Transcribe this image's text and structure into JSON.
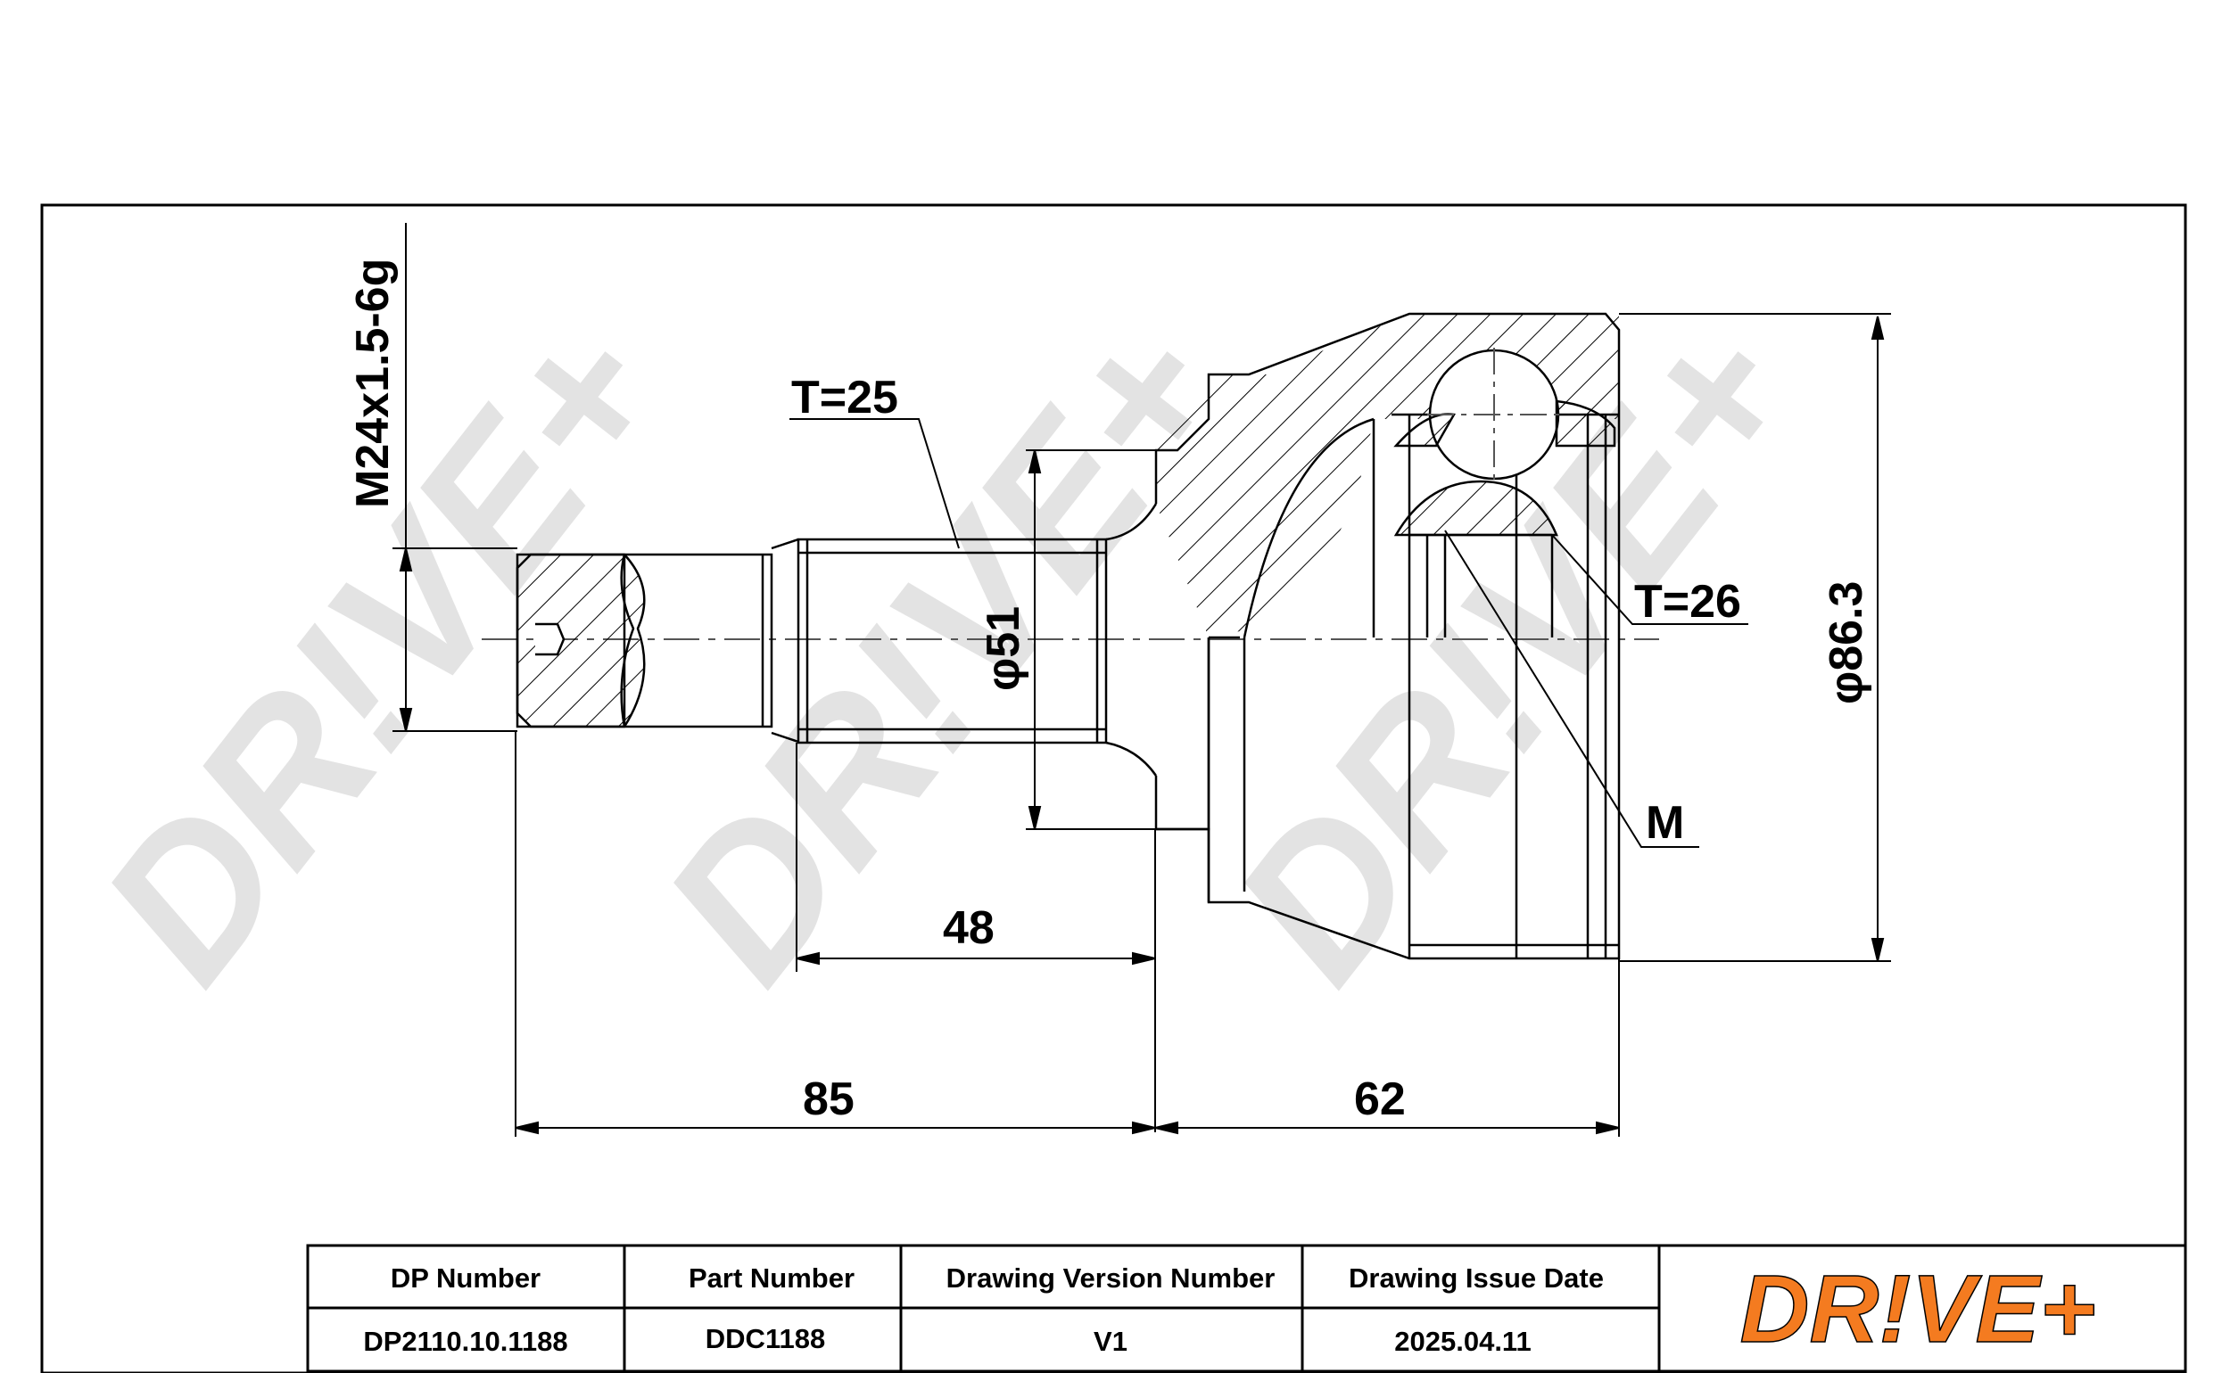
{
  "dimensions": {
    "thread": "M24x1.5-6g",
    "teeth_outer": "T=25",
    "teeth_inner": "T=26",
    "shaft_seal_diameter": "φ51",
    "outer_diameter": "φ86.3",
    "spline_length": "48",
    "shaft_length": "85",
    "body_length": "62",
    "marker": "M"
  },
  "title_block": {
    "headers": [
      "DP Number",
      "Part Number",
      "Drawing Version Number",
      "Drawing Issue Date"
    ],
    "values": [
      "DP2110.10.1188",
      "DDC1188",
      "V1",
      "2025.04.11"
    ]
  },
  "logo": {
    "text": "DR!VE+",
    "color": "#f47b20",
    "watermark_color": "#d9d9d9"
  }
}
